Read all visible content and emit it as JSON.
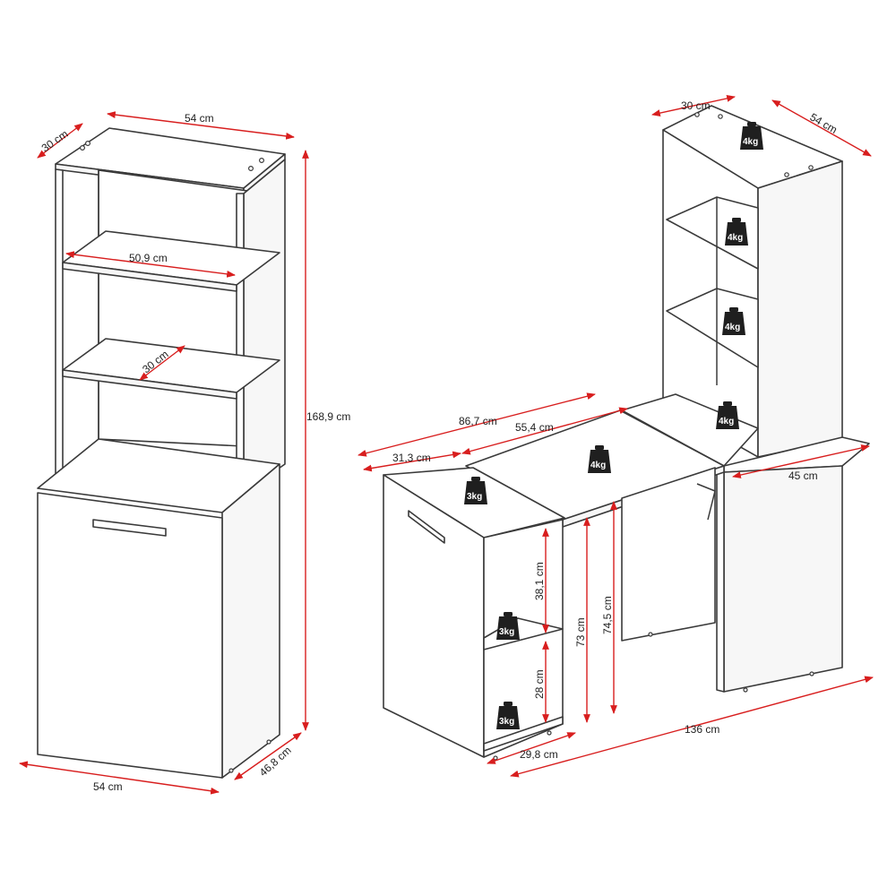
{
  "colors": {
    "dimension": "#d81e1e",
    "outline": "#3a3a3a",
    "weight": "#1f1f1f"
  },
  "cabinet": {
    "top_width": "54 cm",
    "top_depth": "30 cm",
    "shelf_width": "50,9 cm",
    "shelf_depth": "30 cm",
    "height": "168,9 cm",
    "base_width": "54 cm",
    "base_depth": "46,8 cm"
  },
  "desk": {
    "tower_depth": "30 cm",
    "tower_width": "54 cm",
    "total_length": "86,7 cm",
    "top_length": "55,4 cm",
    "side_depth": "31,3 cm",
    "right_depth": "45 cm",
    "shelf_upper": "38,1 cm",
    "shelf_lower": "28 cm",
    "inner_height": "73 cm",
    "desk_height": "74,5 cm",
    "base_depth": "29,8 cm",
    "overall_length": "136 cm"
  },
  "weights": {
    "tower_top": "4kg",
    "tower_shelf_1": "4kg",
    "tower_shelf_2": "4kg",
    "tower_base": "4kg",
    "desk_top": "4kg",
    "side_top": "3kg",
    "side_shelf": "3kg",
    "side_bottom": "3kg"
  }
}
